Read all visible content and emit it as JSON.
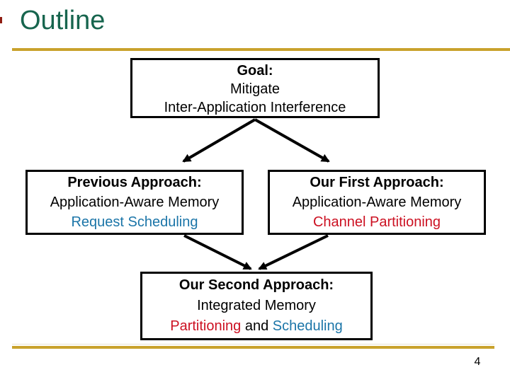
{
  "slide": {
    "title": "Outline",
    "page_number": "4"
  },
  "colors": {
    "title-green": "#17654E",
    "accent-gold": "#C9A22C",
    "text-blue": "#1B75A8",
    "text-red": "#CC1122",
    "corner-red": "#8F1D12"
  },
  "diagram": {
    "goal_box": {
      "line1": "Goal:",
      "line2": "Mitigate",
      "line3": "Inter-Application Interference"
    },
    "previous_box": {
      "line1": "Previous Approach:",
      "line2": "Application-Aware Memory",
      "line3": "Request Scheduling"
    },
    "first_box": {
      "line1": "Our First Approach:",
      "line2": "Application-Aware Memory",
      "line3": "Channel Partitioning"
    },
    "second_box": {
      "line1": "Our Second Approach:",
      "line2": "Integrated Memory",
      "line3_red": "Partitioning",
      "line3_and": " and ",
      "line3_blue": "Scheduling"
    }
  }
}
